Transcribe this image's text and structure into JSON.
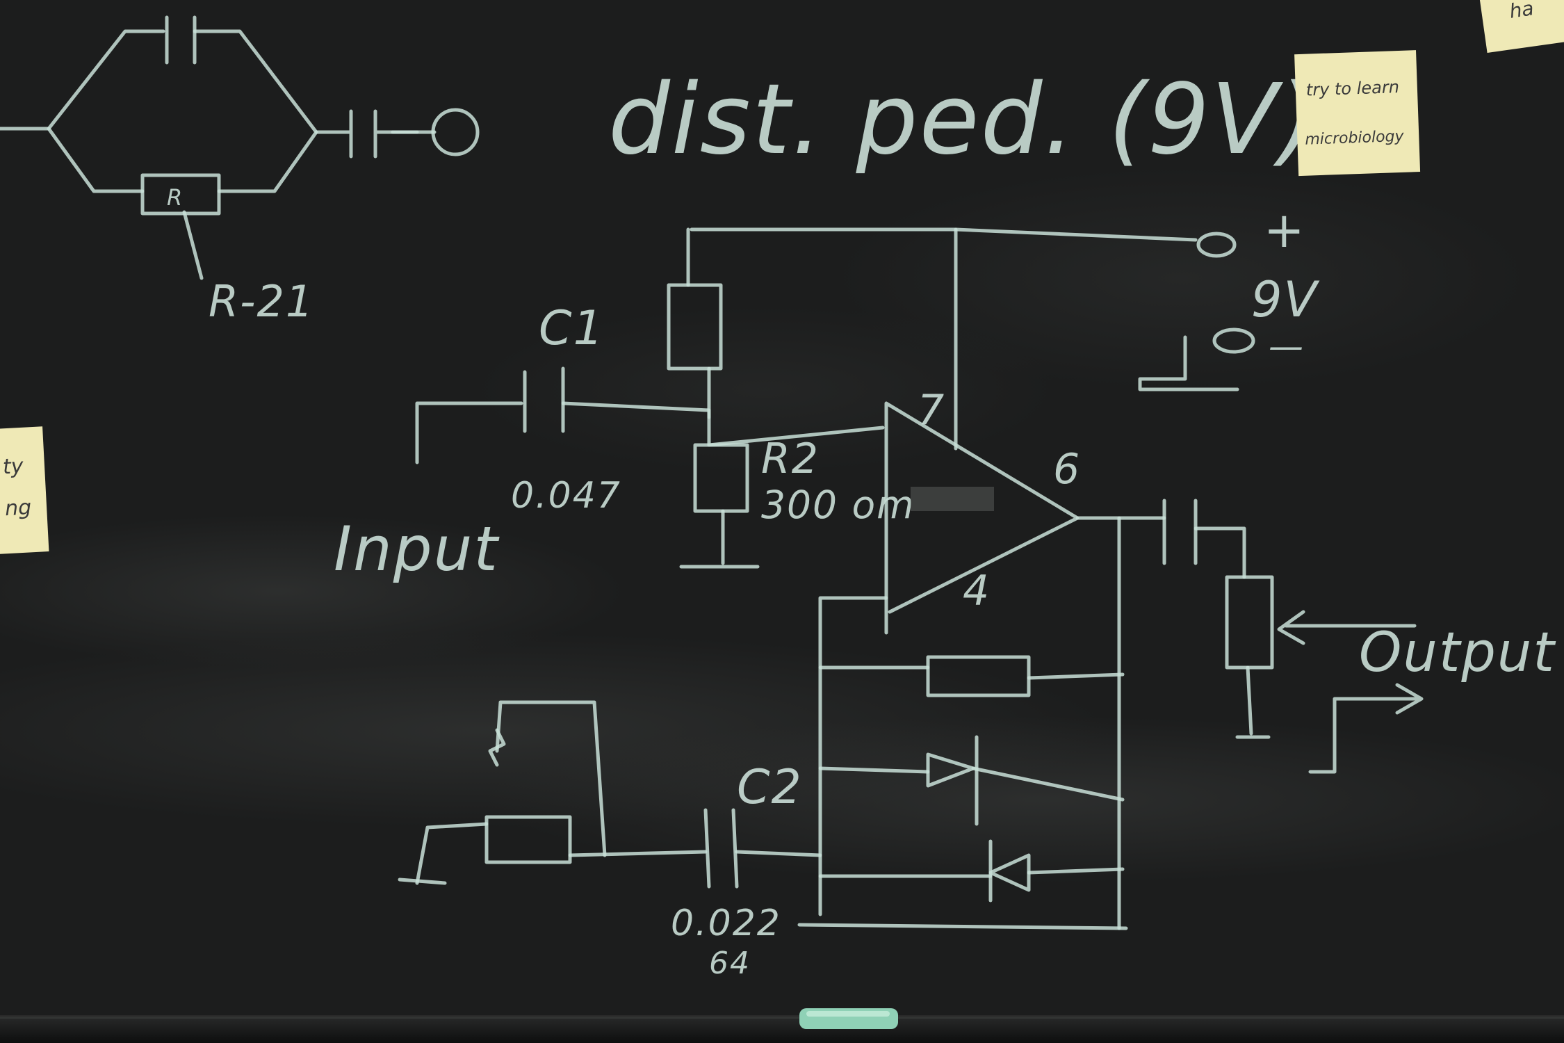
{
  "colors": {
    "board": "#1c1d1d",
    "chalk": "#cfe3dc",
    "sticky_note": "#efe9b6",
    "chalk_stick": "#8fd1b6",
    "tray": "#141515"
  },
  "board": {
    "title": "dist. ped. (9V)",
    "labels": {
      "r21": "R-21",
      "r_box": "R",
      "c1": "C1",
      "c1_value": "0.047",
      "input": "Input",
      "r2": "R2",
      "r2_value": "300 om",
      "pin7": "7",
      "pin6": "6",
      "pin4": "4",
      "plus": "+",
      "supply": "9V",
      "minus": "—",
      "c2": "C2",
      "c2_value_line1": "0.022",
      "c2_value_line2": "64",
      "output": "Output"
    }
  },
  "notes": {
    "top_right_line1": "try to learn",
    "top_right_line2": "microbiology",
    "left_line1": "ty",
    "left_line2": "ng",
    "corner": "ha"
  }
}
